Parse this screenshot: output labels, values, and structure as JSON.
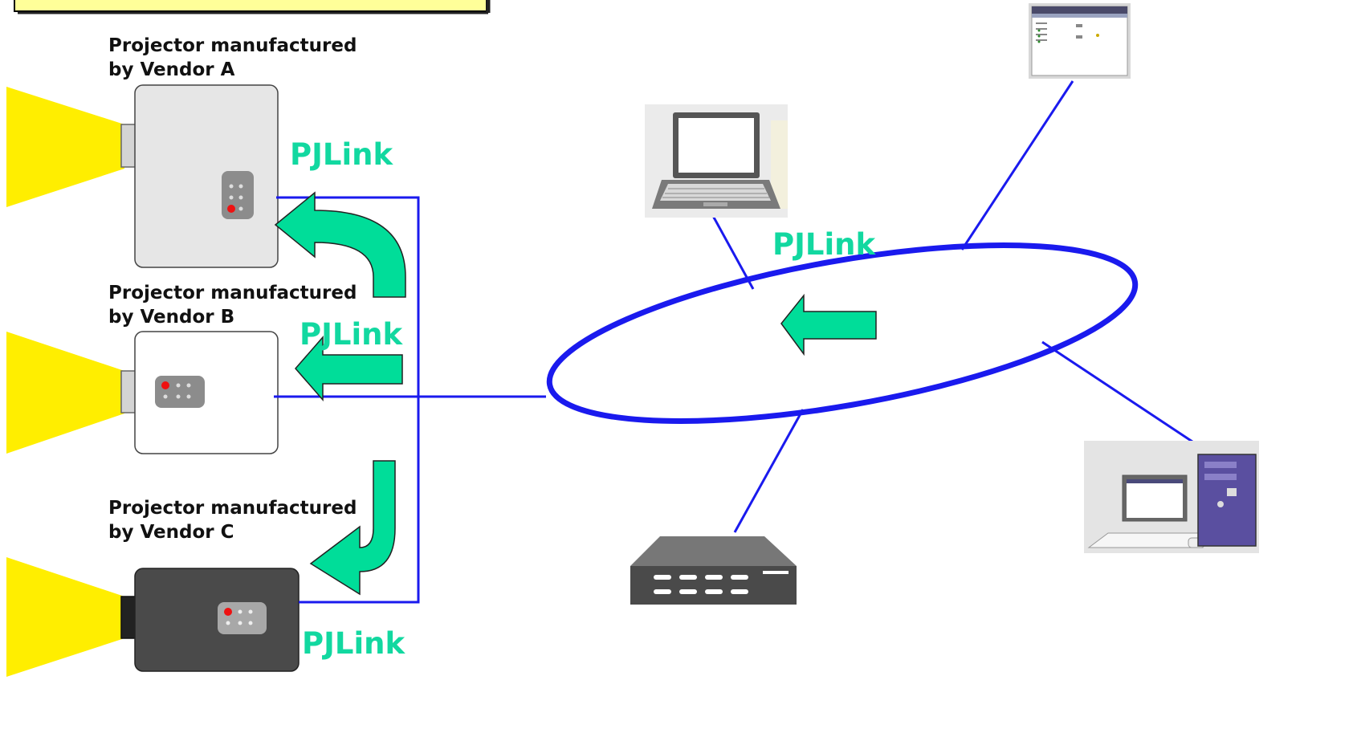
{
  "projectors": [
    {
      "label_line1": "Projector manufactured",
      "label_line2": "by Vendor A",
      "body_color": "#e6e6e6"
    },
    {
      "label_line1": "Projector manufactured",
      "label_line2": "by Vendor B",
      "body_color": "#ffffff"
    },
    {
      "label_line1": "Projector manufactured",
      "label_line2": "by Vendor C",
      "body_color": "#4a4a4a"
    }
  ],
  "pjlink_labels": {
    "vendor_a": "PJLink",
    "vendor_b": "PJLink",
    "vendor_c": "PJLink",
    "network": "PJLink"
  },
  "colors": {
    "pjlink_text": "#12d8a0",
    "arrow_fill": "#00dd99",
    "network_line": "#1a1aee",
    "light_beam": "#ffee00",
    "title_box": "#ffff99",
    "indicator": "#ee1111"
  },
  "icons": [
    "laptop-icon",
    "monitor-screen-icon",
    "desktop-pc-icon",
    "network-switch-icon",
    "light-beam-icon",
    "arrow-icon"
  ]
}
